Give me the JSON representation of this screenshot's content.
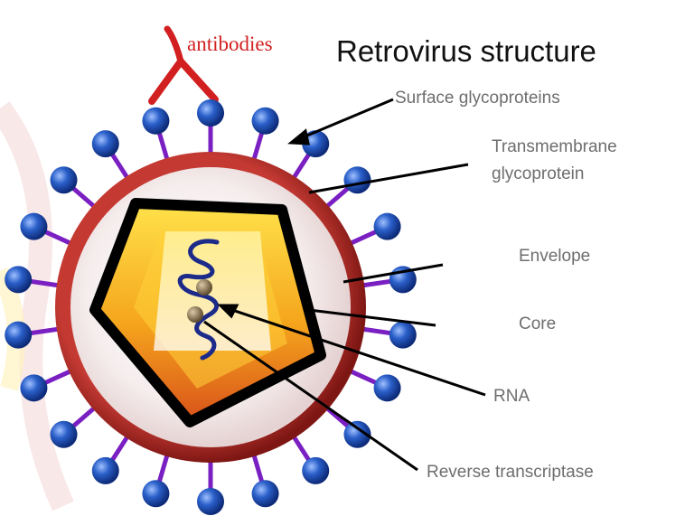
{
  "title": "Retrovirus structure",
  "antibodies_label": "antibodies",
  "labels": {
    "surface_glycoproteins": "Surface glycoproteins",
    "transmembrane_glycoprotein": "Transmembrane glycoprotein",
    "envelope": "Envelope",
    "core": "Core",
    "rna": "RNA",
    "reverse_transcriptase": "Reverse transcriptase"
  },
  "colors": {
    "envelope": "#a8231f",
    "spike_head": "#2a5fc9",
    "spike_stem": "#7a1fc2",
    "core_outline": "#000000",
    "core_fill": "#f2b21c",
    "rna": "#1c2a8a",
    "antibody": "#d21f1f",
    "label_text": "#6e6e6e"
  }
}
